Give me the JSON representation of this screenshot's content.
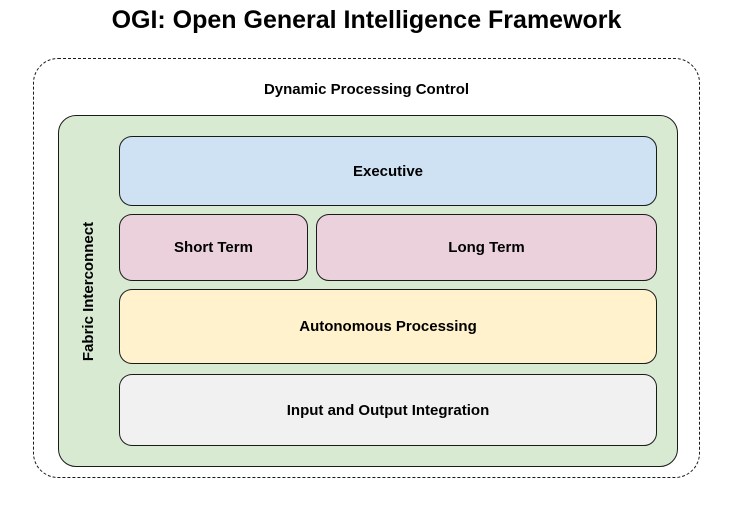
{
  "title": "OGI: Open General Intelligence Framework",
  "diagram": {
    "outer_label": "Dynamic Processing Control",
    "fabric_label": "Fabric Interconnect",
    "blocks": {
      "executive": "Executive",
      "short_term": "Short Term",
      "long_term": "Long Term",
      "autonomous": "Autonomous Processing",
      "io": "Input and Output Integration"
    },
    "colors": {
      "fabric_fill": "#d9ead3",
      "executive_fill": "#cfe2f3",
      "memory_fill": "#ead1dc",
      "autonomous_fill": "#fff2cc",
      "io_fill": "#f1f1f1",
      "border": "#1a1a1a",
      "text": "#000000"
    }
  }
}
